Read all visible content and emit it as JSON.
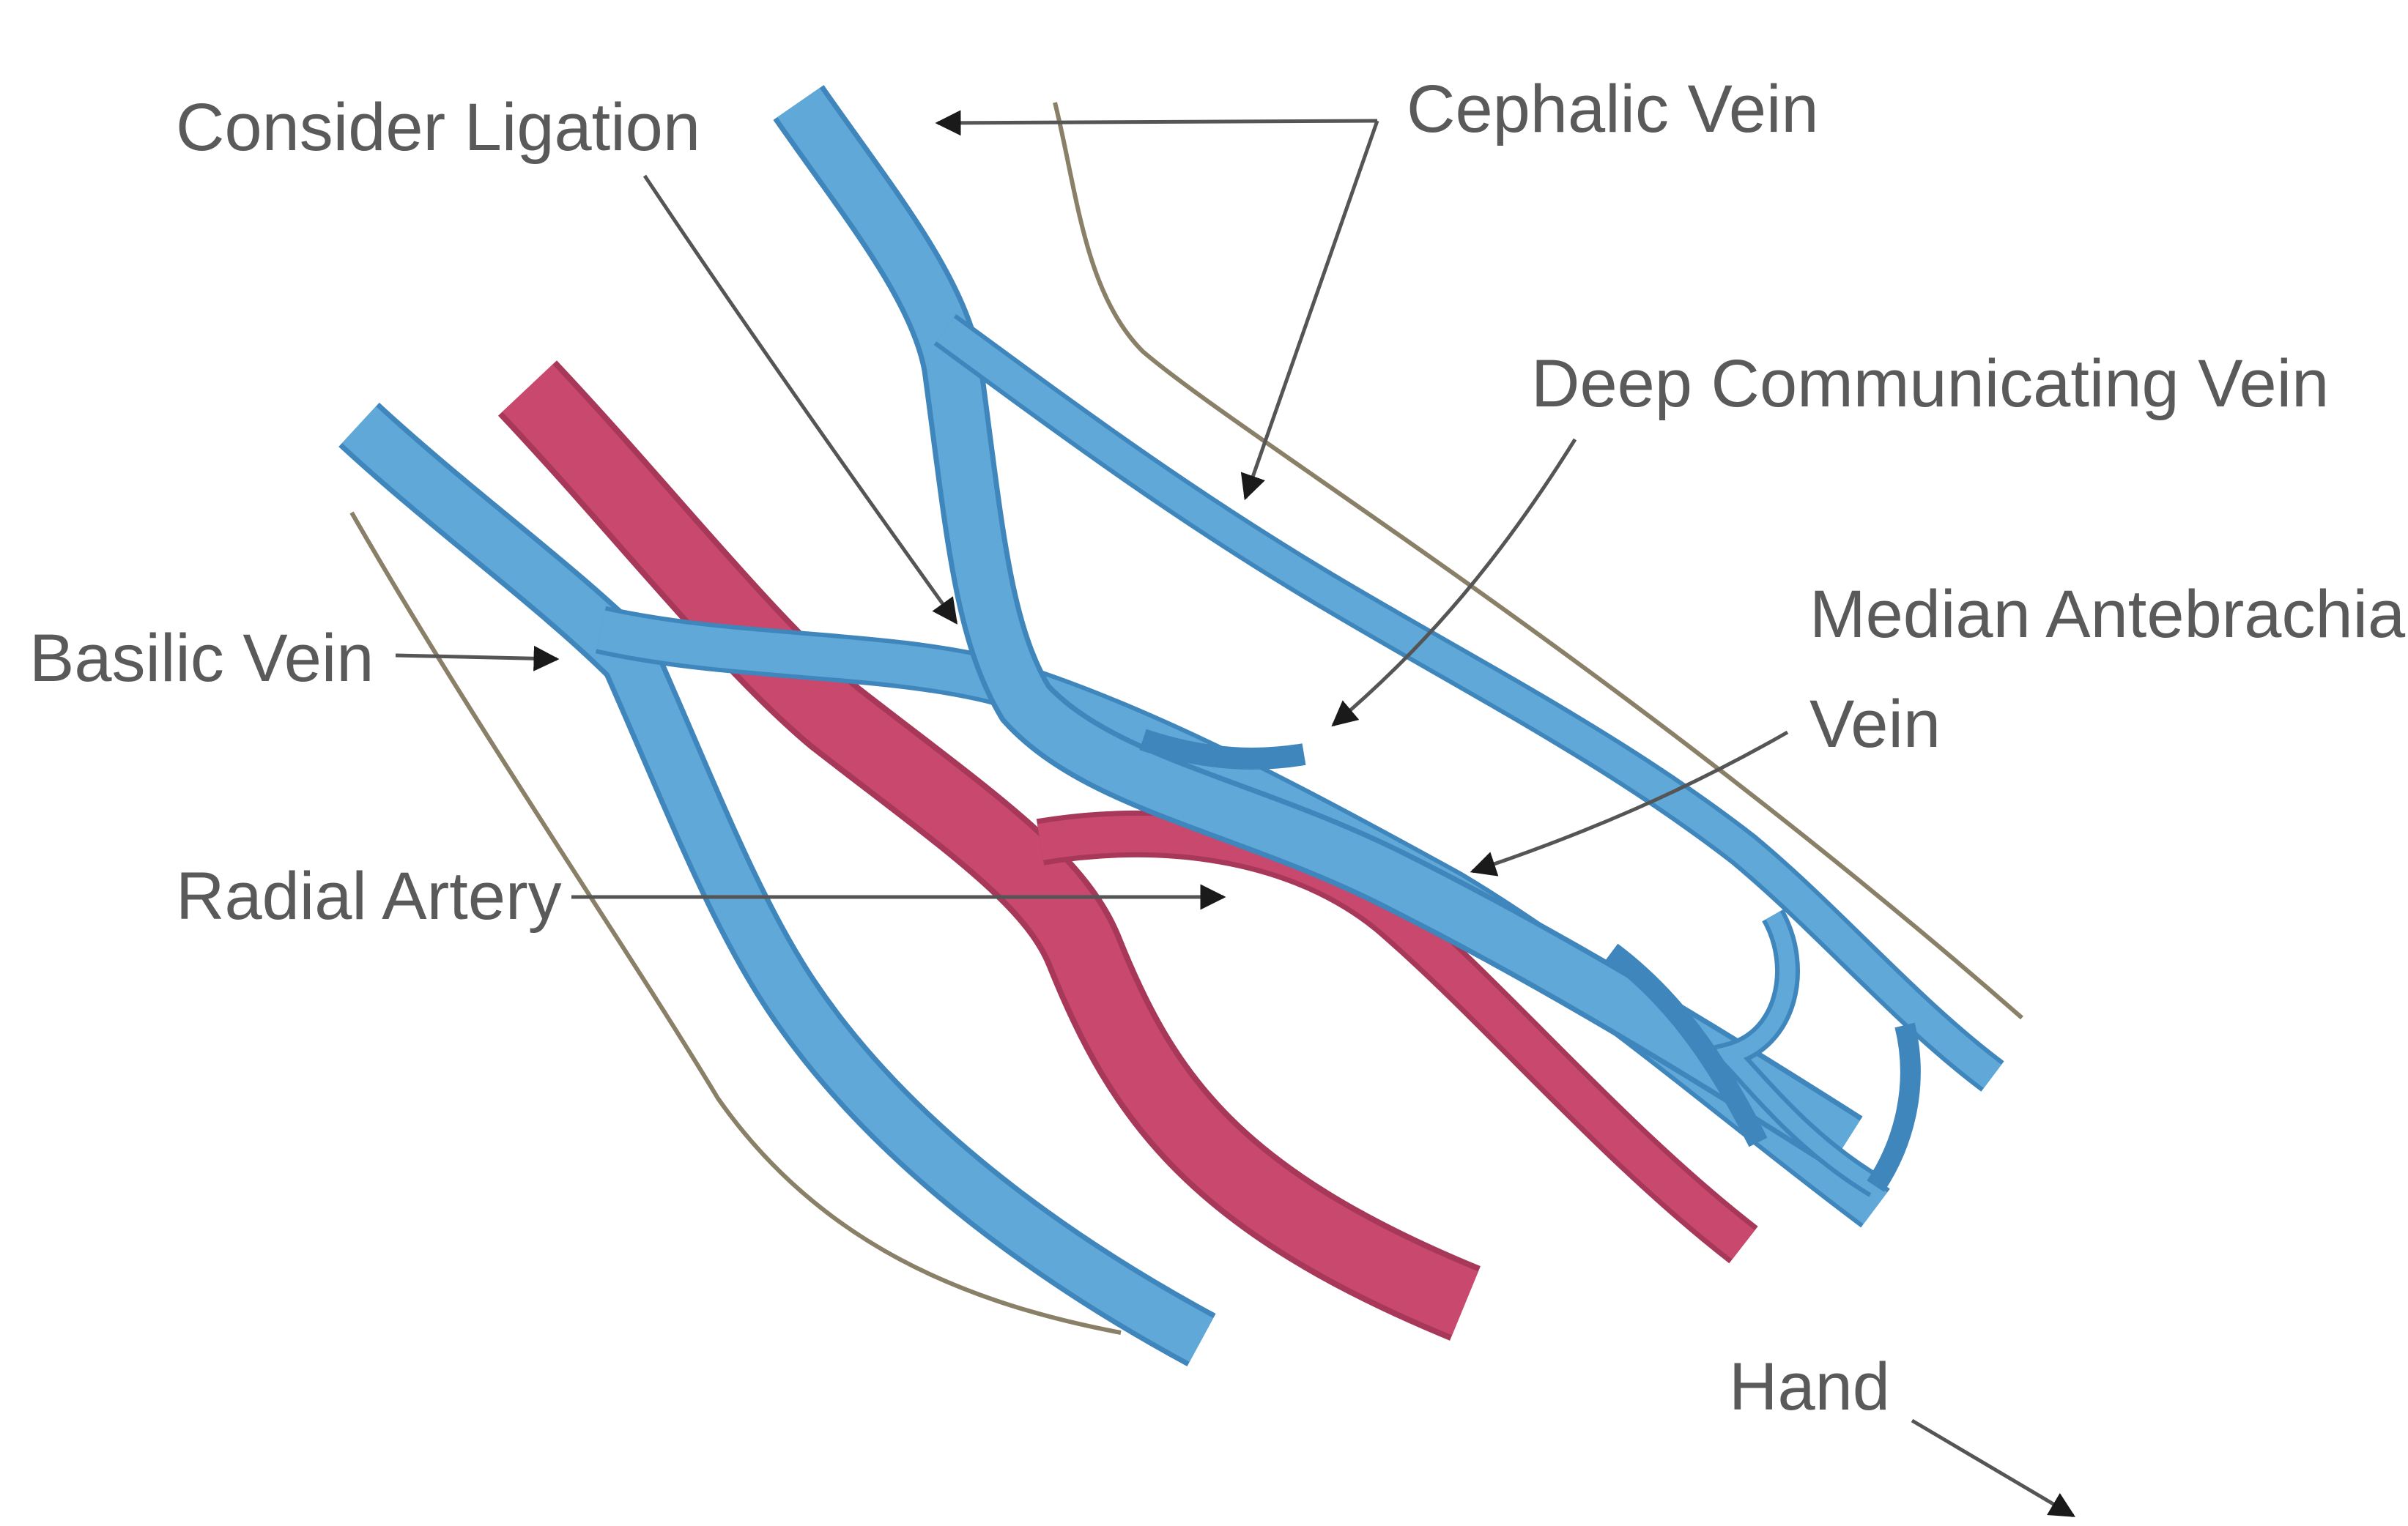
{
  "labels": {
    "consider_ligation": "Consider Ligation",
    "cephalic_vein": "Cephalic Vein",
    "deep_communicating_vein": "Deep Communicating Vein",
    "median_antebrachial_line1": "Median Antebrachial",
    "median_antebrachial_line2": "Vein",
    "basilic_vein": "Basilic Vein",
    "radial_artery": "Radial Artery",
    "hand": "Hand"
  },
  "colors": {
    "vein": "#5fa8d8",
    "vein_edge": "#3f86bd",
    "artery": "#c8486e",
    "artery_edge": "#a8385a",
    "outline": "#8a8068",
    "leader": "#555555",
    "text": "#5a5a5a"
  }
}
